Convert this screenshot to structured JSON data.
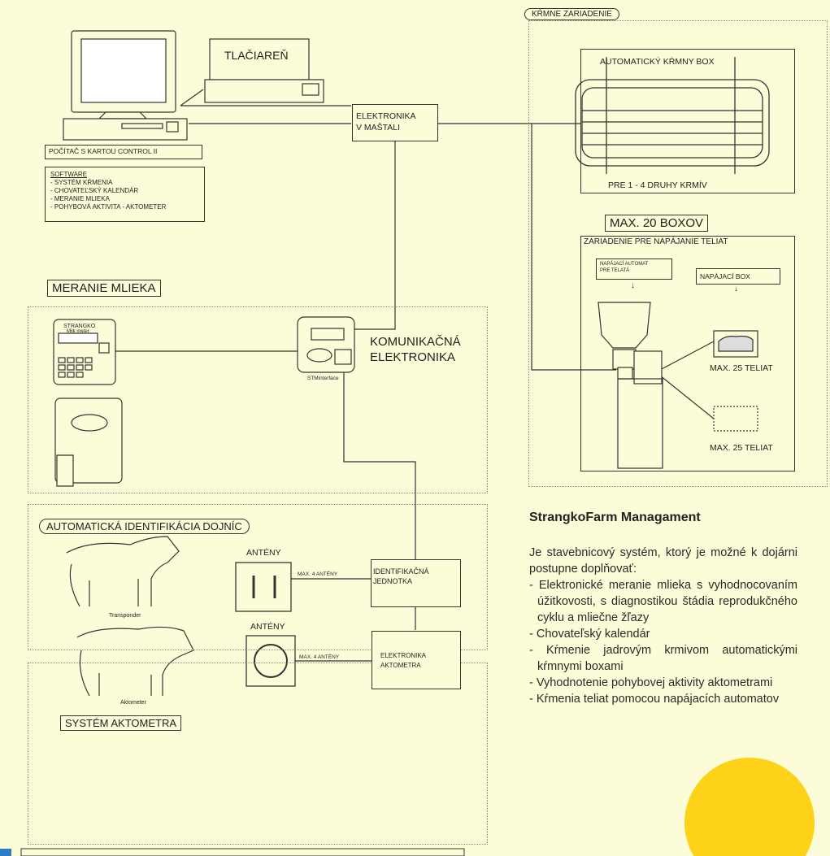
{
  "printer": {
    "label": "TLAČIAREŇ"
  },
  "computer": {
    "label": "POČÍTAČ S KARTOU CONTROL II",
    "software_title": "SOFTWARE",
    "software_items": [
      "- SYSTÉM KŔMENIA",
      "- CHOVATEĽSKÝ KALENDÁR",
      "- MERANIE MLIEKA",
      "- POHYBOVÁ AKTIVITA - AKTOMETER"
    ]
  },
  "barn_electronics": {
    "line1": "ELEKTRONIKA",
    "line2": "V MAŠTALI"
  },
  "feeding": {
    "title": "KŔMNE ZARIADENIE",
    "box_label": "AUTOMATICKÝ KŔMNY BOX",
    "feeds_label": "PRE 1 - 4 DRUHY KRMÍV",
    "max_boxes": "MAX. 20 BOXOV"
  },
  "calf": {
    "title": "ZARIADENIE PRE NAPÁJANIE TELIAT",
    "automat_label_1": "NAPÁJACÍ AUTOMAT",
    "automat_label_2": "PRE TELATÁ",
    "box_label": "NAPÁJACÍ BOX",
    "max1": "MAX. 25 TELIAT",
    "max2": "MAX. 25 TELIAT"
  },
  "milk": {
    "title": "MERANIE MLIEKA",
    "device_brand": "STRANGKO",
    "device_sub": "Milk meter",
    "comm_line1": "KOMUNIKAČNÁ",
    "comm_line2": "ELEKTRONIKA",
    "comm_device": "STMinterface"
  },
  "ident": {
    "title": "AUTOMATICKÁ IDENTIFIKÁCIA DOJNÍC",
    "antennas": "ANTÉNY",
    "max": "MAX. 4 ANTÉNY",
    "unit_line1": "IDENTIFIKAČNÁ",
    "unit_line2": "JEDNOTKA",
    "transponder": "Transponder"
  },
  "activity": {
    "title": "SYSTÉM AKTOMETRA",
    "antennas": "ANTÉNY",
    "max": "MAX. 4 ANTÉNY",
    "unit_line1": "ELEKTRONIKA",
    "unit_line2": "AKTOMETRA",
    "aktometer": "Aktometer"
  },
  "article": {
    "heading": "StrangkoFarm Managament",
    "intro": "Je stavebnicový systém, ktorý je mož­né k dojárni postupne doplňovať:",
    "items": [
      "- Elektronické meranie mlieka s vy­hodnocovaním úžitkovosti, s diag­nostikou štádia reprodukčného cyklu a mliečne žľazy",
      "- Chovateľský kalendár",
      "- Kŕmenie jadrovým krmivom auto­matickými kŕmnymi boxami",
      "- Vyhodnotenie pohybovej aktivity aktometrami",
      "- Kŕmenia teliat pomocou napájacích automatov"
    ]
  },
  "colors": {
    "background": "#fdfcd9",
    "accent_circle": "#ffd21a",
    "line": "#333333"
  }
}
